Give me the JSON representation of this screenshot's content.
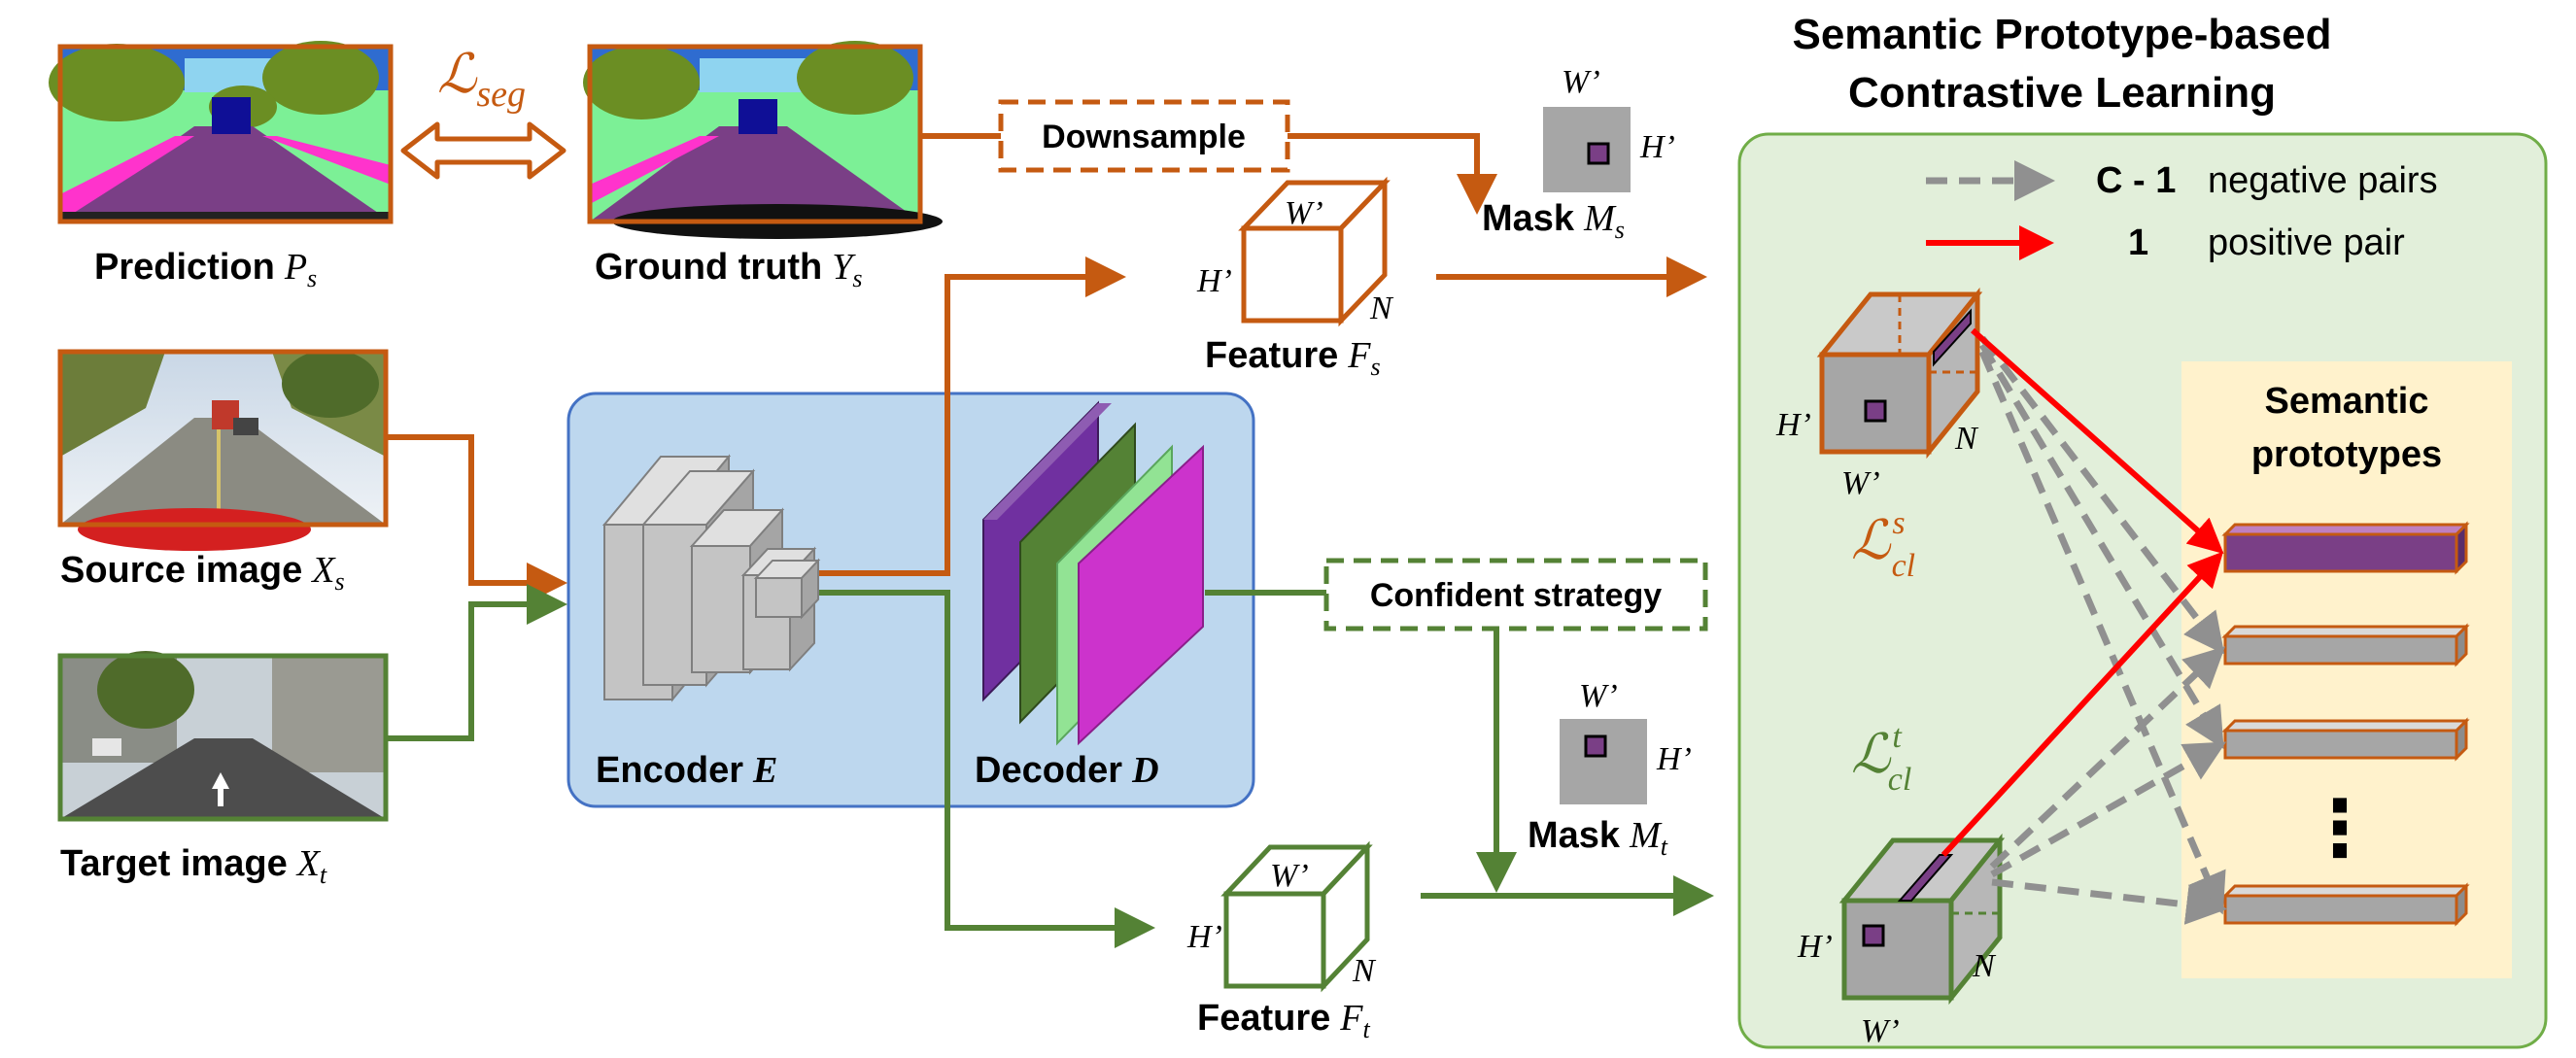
{
  "labels": {
    "prediction": "Prediction",
    "prediction_sym": "P",
    "prediction_sub": "s",
    "ground_truth": "Ground truth",
    "ground_truth_sym": "Y",
    "ground_truth_sub": "s",
    "source_image": "Source image",
    "source_sym": "X",
    "source_sub": "s",
    "target_image": "Target image",
    "target_sym": "X",
    "target_sub": "t",
    "loss_seg_sym": "ℒ",
    "loss_seg_sub": "seg",
    "downsample": "Downsample",
    "confident_strategy": "Confident strategy",
    "mask": "Mask",
    "mask_s_sym": "M",
    "mask_s_sub": "s",
    "mask_t_sym": "M",
    "mask_t_sub": "t",
    "feature": "Feature",
    "feature_s_sym": "F",
    "feature_s_sub": "s",
    "feature_t_sym": "F",
    "feature_t_sub": "t",
    "encoder": "Encoder",
    "encoder_sym": "E",
    "decoder": "Decoder",
    "decoder_sym": "D",
    "dim_w": "W’",
    "dim_h": "H’",
    "dim_n": "N"
  },
  "contrastive": {
    "title_line1": "Semantic Prototype-based",
    "title_line2": "Contrastive Learning",
    "neg_count": "C - 1",
    "neg_text": "negative pairs",
    "pos_count": "1",
    "pos_text": "positive pair",
    "loss_sym": "ℒ",
    "loss_sub": "cl",
    "loss_s_sup": "s",
    "loss_t_sup": "t",
    "prototypes_line1": "Semantic",
    "prototypes_line2": "prototypes",
    "ellipsis": "⋮"
  },
  "colors": {
    "source": "#c55a11",
    "target": "#548235",
    "positive": "#ff0000",
    "negative": "#909090",
    "encoder_panel": "#bdd7ee",
    "contrastive_panel": "#e2efda",
    "prototype_panel": "#fff2cc"
  }
}
